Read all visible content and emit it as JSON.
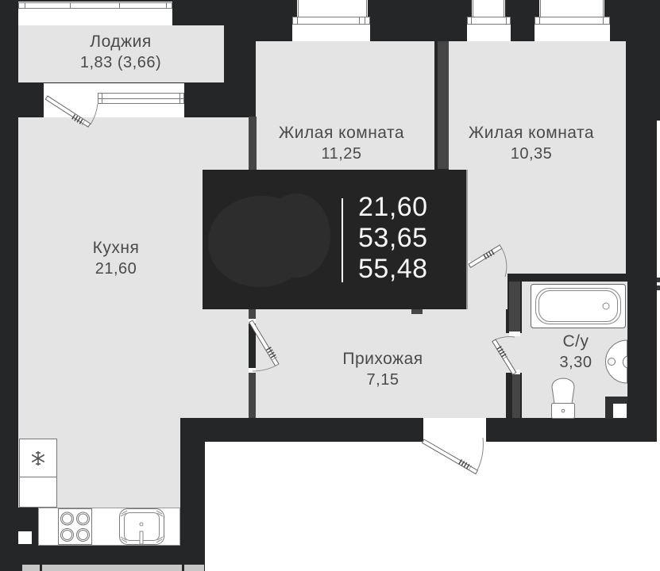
{
  "plan": {
    "title": "apartment floor plan",
    "rooms": [
      {
        "name": "Лоджия",
        "area": "1,83 (3,66)"
      },
      {
        "name": "Жилая комната",
        "area": "11,25"
      },
      {
        "name": "Жилая комната",
        "area": "10,35"
      },
      {
        "name": "Кухня",
        "area": "21,60"
      },
      {
        "name": "Прихожая",
        "area": "7,15"
      },
      {
        "name": "С/у",
        "area": "3,30"
      }
    ],
    "badge": {
      "values": [
        "21,60",
        "53,65",
        "55,48"
      ]
    },
    "colors": {
      "background": "#242628",
      "inner_wall": "#454545",
      "floor": "#e4e4e5",
      "badge_bg": "#242424",
      "badge_text": "#f7f7f7",
      "label_text": "#4a4a4a",
      "outside": "#ffffff"
    }
  }
}
